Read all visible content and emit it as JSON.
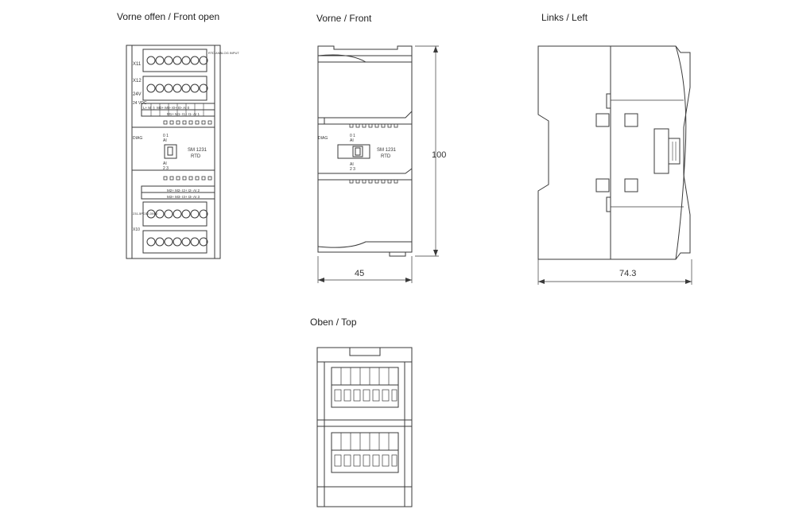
{
  "views": {
    "front_open": {
      "title": "Vorne offen / Front open"
    },
    "front": {
      "title": "Vorne / Front"
    },
    "left": {
      "title": "Links / Left"
    },
    "top": {
      "title": "Oben / Top"
    }
  },
  "dimensions": {
    "front_height": "100",
    "front_width": "45",
    "left_depth": "74.3"
  },
  "module": {
    "name": "SM 1231",
    "type": "RTD",
    "diag": "DIAG",
    "ai_label": "AI",
    "ch01": "0   1",
    "ch23": "2   3",
    "x11": "X11",
    "x12": "X12",
    "x10": "X10",
    "v24": "24V",
    "vdc": "24 VDC",
    "order_no": "231-5PD32-0XB0",
    "rtd_text": "RTD ANALOG INPUT",
    "top_terms": "L+ M  ⏚ M0+ M0- I0+ I0- AI 0",
    "top_terms2": "M1+ M1- I1+ I1- AI 1",
    "bot_terms": "M2+ M2- I2+ I2- AI 2",
    "bot_terms2": "M3+ M3- I3+ I3- AI 3"
  },
  "colors": {
    "line": "#3a3a3a",
    "background": "#ffffff"
  }
}
